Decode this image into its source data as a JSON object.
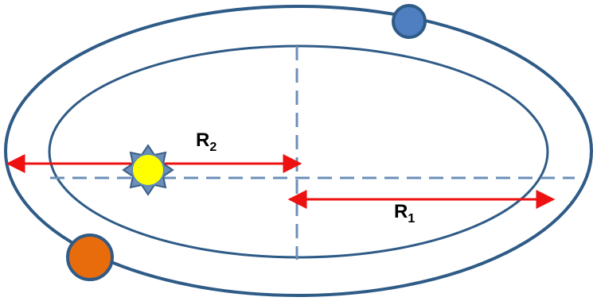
{
  "labels": {
    "r2_main": "R",
    "r2_sub": "2",
    "r1_main": "R",
    "r1_sub": "1"
  },
  "colors": {
    "orbit": "#2f5b87",
    "dashed_axis": "#6b8fb8",
    "arrow": "#ee1111",
    "sun_fill": "#ffff00",
    "sun_ray": "#6b8fb8",
    "sun_ray_outline": "#3a5e86",
    "blue_planet": "#4f7fc0",
    "orange_planet": "#e96c0c",
    "planet_outline": "#2f5b87",
    "text": "#000000"
  },
  "icons": {
    "sun": "sun-icon",
    "blue_planet": "blue-planet-icon",
    "orange_planet": "orange-planet-icon"
  }
}
